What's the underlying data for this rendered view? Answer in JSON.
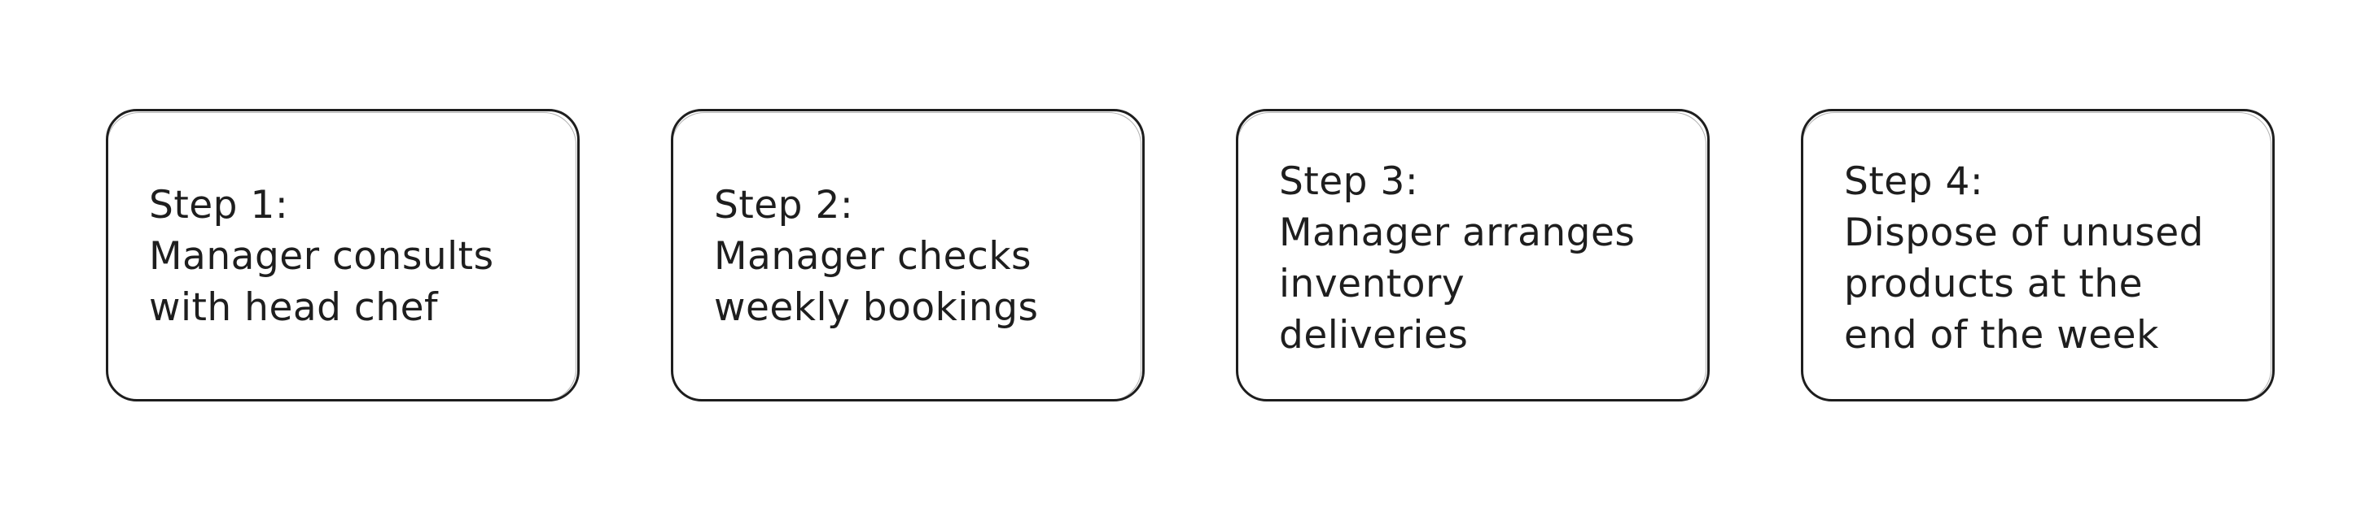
{
  "steps": [
    {
      "lines": [
        "Step 1:",
        "Manager consults",
        "with head chef"
      ]
    },
    {
      "lines": [
        "Step 2:",
        "Manager checks",
        "weekly bookings"
      ]
    },
    {
      "lines": [
        "Step 3:",
        "Manager arranges",
        "inventory",
        "deliveries"
      ]
    },
    {
      "lines": [
        "Step 4:",
        "Dispose of unused",
        "products at the",
        "end of the week"
      ]
    }
  ],
  "colors": {
    "stroke": "#1e1e1e",
    "background": "#ffffff"
  }
}
